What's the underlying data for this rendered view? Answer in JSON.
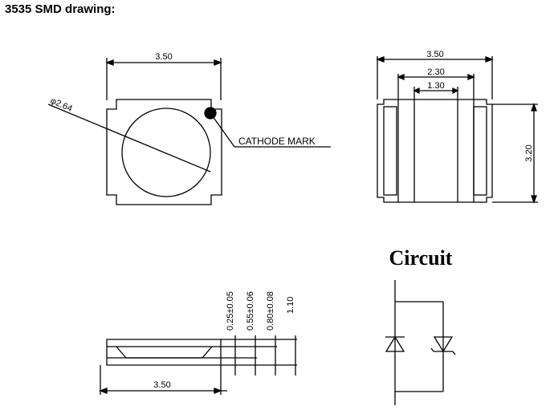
{
  "header": {
    "title": "3535 SMD drawing:"
  },
  "top_view": {
    "width_dim": "3.50",
    "diameter_dim": "φ2.64",
    "cathode_label": "CATHODE MARK"
  },
  "side_view": {
    "width_dim": "3.50",
    "inner_dim": "2.30",
    "pad_dim": "1.30",
    "height_dim": "3.20"
  },
  "profile_view": {
    "width_dim": "3.50",
    "dims": [
      "0.25±0.05",
      "0.55±0.06",
      "0.80±0.08",
      "1.10"
    ]
  },
  "circuit": {
    "title": "Circuit"
  }
}
